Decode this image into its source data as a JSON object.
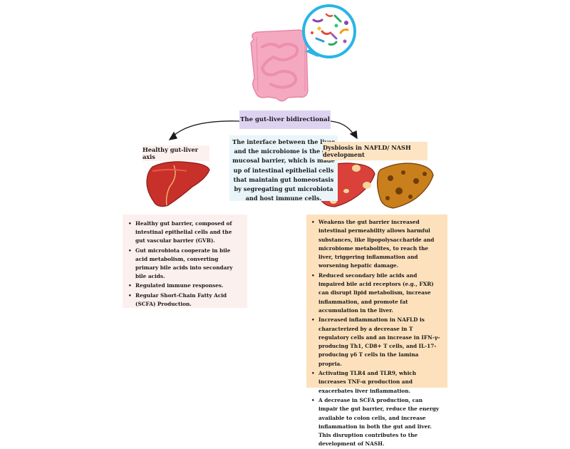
{
  "title": "The gut-liver bidirectional",
  "center_text": "The interface between the liver and the microbiome is the gut mucosal barrier, which is made up of  intestinal epithelial cells that maintain gut homeostasis by segregating gut microbiota and host immune cells.",
  "healthy": {
    "label": "Healthy gut-liver axis",
    "bullets": [
      "Healthy gut barrier, composed of intestinal epithelial cells and the gut vascular barrier (GVB).",
      "Gut microbiota cooperate in bile acid metabolism, converting primary bile acids into secondary bile acids.",
      "Regulated immune responses.",
      "Regular Short-Chain Fatty Acid (SCFA) Production."
    ]
  },
  "dysbiosis": {
    "label": "Dysbiosis in NAFLD/ NASH development",
    "bullets": [
      "Weakens the gut barrier increased intestinal permeability allows harmful substances, like lipopolysaccharide and microbiome metabolites, to reach the liver, triggering inflammation and worsening hepatic damage.",
      "Reduced secondary bile acids and impaired bile acid receptors (e.g., FXR) can disrupt lipid metabolism, increase inflammation, and promote fat accumulation in the liver.",
      "Increased inflammation in NAFLD is characterized by a decrease in T regulatory cells and an increase in IFN-γ-producing Th1, CD8+ T cells, and IL-17-producing γδ T cells in the lamina propria.",
      "Activating TLR4 and TLR9, which increases TNF-α production and exacerbates liver inflammation.",
      "A decrease in SCFA production,  can impair the gut barrier, reduce the energy available to colon cells, and increase inflammation in both the gut and liver. This disruption contributes to the development of NASH."
    ]
  },
  "colors": {
    "title_bg": "#ddd3f1",
    "center_bg": "#eaf5f9",
    "healthy_bg": "#fcf0ee",
    "dysbiosis_bg": "#fde1bd",
    "intestine": "#f4a9c1",
    "liver_healthy": "#c8302a",
    "liver_fatty": "#d9413a",
    "liver_cirrhotic": "#c97f1c",
    "magnifier": "#2ab4e6"
  }
}
